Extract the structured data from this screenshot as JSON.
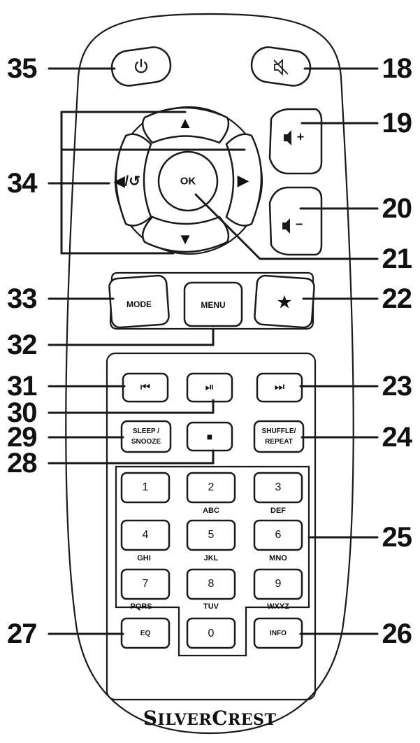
{
  "brand": {
    "part1_initial": "S",
    "part1_rest": "ILVER",
    "part2_initial": "C",
    "part2_rest": "REST"
  },
  "callouts": {
    "n35": "35",
    "n18": "18",
    "n19": "19",
    "n34": "34",
    "n20": "20",
    "n21": "21",
    "n33": "33",
    "n22": "22",
    "n32": "32",
    "n31": "31",
    "n23": "23",
    "n30": "30",
    "n29": "29",
    "n24": "24",
    "n28": "28",
    "n25": "25",
    "n27": "27",
    "n26": "26"
  },
  "buttons": {
    "ok": "OK",
    "mode": "MODE",
    "menu": "MENU",
    "sleep_line1": "SLEEP /",
    "sleep_line2": "SNOOZE",
    "shuffle_line1": "SHUFFLE/",
    "shuffle_line2": "REPEAT",
    "eq": "EQ",
    "info": "INFO"
  },
  "symbols": {
    "up": "▲",
    "down": "▼",
    "right": "▶",
    "back": "◀/↺",
    "favorite": "★",
    "stop": "■",
    "prev": "⏮",
    "play_pause": "⏯",
    "next": "⏭",
    "vol_up": "+",
    "vol_down": "−"
  },
  "icons": {
    "power": "power-icon",
    "mute": "mute-speaker-icon",
    "volume_up": "volume-up-icon",
    "volume_down": "volume-down-icon"
  },
  "keypad": [
    {
      "digit": "1",
      "letters": ""
    },
    {
      "digit": "2",
      "letters": "ABC"
    },
    {
      "digit": "3",
      "letters": "DEF"
    },
    {
      "digit": "4",
      "letters": "GHI"
    },
    {
      "digit": "5",
      "letters": "JKL"
    },
    {
      "digit": "6",
      "letters": "MNO"
    },
    {
      "digit": "7",
      "letters": "PQRS"
    },
    {
      "digit": "8",
      "letters": "TUV"
    },
    {
      "digit": "9",
      "letters": "WXYZ"
    },
    {
      "digit": "0",
      "letters": ""
    }
  ]
}
